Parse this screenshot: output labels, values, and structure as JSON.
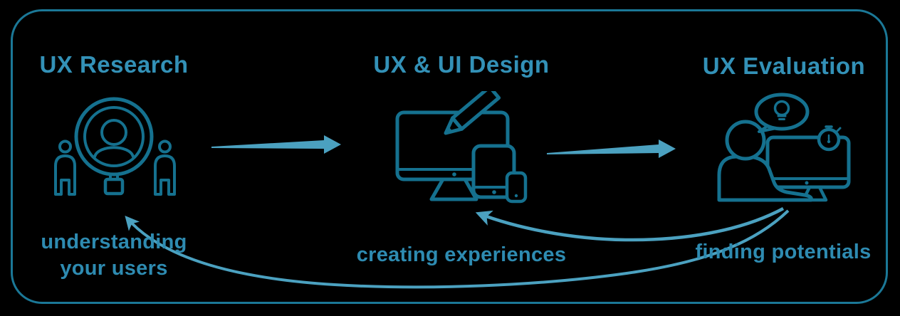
{
  "palette": {
    "bg": "#000000",
    "border": "#1b7897",
    "title": "#3391b7",
    "caption": "#2e8bb1",
    "icon": "#15718f",
    "arrow": "#4ba1c0"
  },
  "stages": [
    {
      "title": "UX Research",
      "icon": "user-magnifier-icon",
      "caption_lines": [
        "understanding",
        "your users"
      ]
    },
    {
      "title": "UX & UI Design",
      "icon": "devices-pencil-icon",
      "caption_lines": [
        "creating experiences"
      ]
    },
    {
      "title": "UX Evaluation",
      "icon": "person-idea-monitor-icon",
      "caption_lines": [
        "finding potentials"
      ]
    }
  ],
  "flow": {
    "forward_arrows": [
      "UX Research to UX & UI Design",
      "UX & UI Design to UX Evaluation"
    ],
    "feedback_arrows": [
      "UX Evaluation to UX & UI Design",
      "UX Evaluation to UX Research"
    ]
  }
}
